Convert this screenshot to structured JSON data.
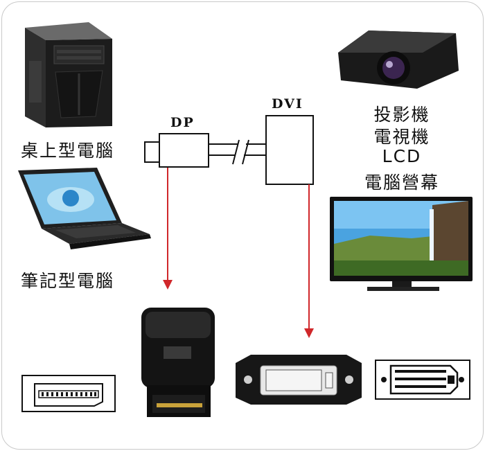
{
  "devices": {
    "desktop_label": "桌上型電腦",
    "laptop_label": "筆記型電腦",
    "projector_label_1": "投影機",
    "projector_label_2": "電視機",
    "projector_label_3": "LCD",
    "projector_label_4": "電腦營幕"
  },
  "cable": {
    "dp_label": "DP",
    "dvi_label": "DVI"
  },
  "colors": {
    "arrow": "#d0272a",
    "outline": "#111111"
  }
}
